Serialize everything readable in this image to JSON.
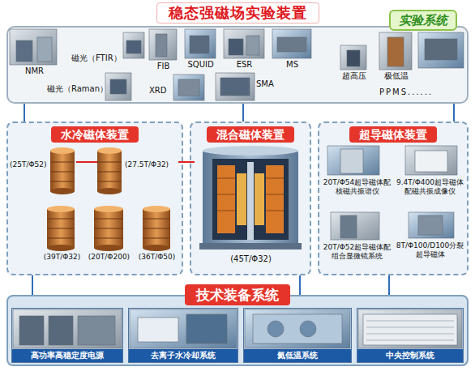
{
  "diagram": {
    "title": "稳态强磁场实验装置",
    "nodes": [
      {
        "text": [
          "实验系统"
        ]
      },
      {
        "text": [
          "NMR"
        ],
        "in": 0
      },
      {
        "text": [
          "磁光（FTIR）"
        ],
        "in": 0
      },
      {
        "text": [
          "FIB"
        ],
        "in": 0
      },
      {
        "text": [
          "SQUID"
        ],
        "in": 0
      },
      {
        "text": [
          "ESR"
        ],
        "in": 0
      },
      {
        "text": [
          "MS"
        ],
        "in": 0
      },
      {
        "text": [
          "超高压"
        ],
        "in": 0
      },
      {
        "text": [
          "极低温"
        ],
        "in": 0
      },
      {
        "text": [
          "磁光（Raman）"
        ],
        "in": 0
      },
      {
        "text": [
          "XRD"
        ],
        "in": 0
      },
      {
        "text": [
          "SMA"
        ],
        "in": 0
      },
      {
        "text": [
          "PPMS......"
        ],
        "in": 0
      },
      {
        "text": [
          "水冷磁体装置"
        ]
      },
      {
        "text": [
          "(25T/Φ52)"
        ],
        "in": 13
      },
      {
        "text": [
          "(27.5T/Φ32)"
        ],
        "in": 13
      },
      {
        "text": [
          "(39T/Φ32)"
        ],
        "in": 13
      },
      {
        "text": [
          "(20T/Φ200)"
        ],
        "in": 13
      },
      {
        "text": [
          "(36T/Φ50)"
        ],
        "in": 13
      },
      {
        "text": [
          "混合磁体装置"
        ]
      },
      {
        "text": [
          "(45T/Φ32)"
        ],
        "in": 19
      },
      {
        "text": [
          "超导磁体装置"
        ]
      },
      {
        "text": [
          "20T/Φ54超导磁体配核磁共振谱仪"
        ],
        "in": 21
      },
      {
        "text": [
          "9.4T/Φ400超导磁体配磁共振成像仪"
        ],
        "in": 21
      },
      {
        "text": [
          "20T/Φ52超导磁体配组合显微镜系统"
        ],
        "in": 21
      },
      {
        "text": [
          "8T/Φ100/D100分裂超导磁体"
        ],
        "in": 21
      },
      {
        "text": [
          "技术装备系统"
        ]
      },
      {
        "text": [
          "高功率高稳定度电源"
        ],
        "in": 26
      },
      {
        "text": [
          "去离子水冷却系统"
        ],
        "in": 26
      },
      {
        "text": [
          "氦低温系统"
        ],
        "in": 26
      },
      {
        "text": [
          "中央控制系统"
        ],
        "in": 26
      }
    ],
    "edges": [
      {
        "from": 13,
        "to": 0,
        "arrow": "none"
      },
      {
        "from": 19,
        "to": 0,
        "arrow": "none"
      },
      {
        "from": 21,
        "to": 0,
        "arrow": "none"
      },
      {
        "from": 26,
        "to": 13,
        "arrow": "none"
      },
      {
        "from": 26,
        "to": 19,
        "arrow": "none"
      },
      {
        "from": 26,
        "to": 21,
        "arrow": "none"
      },
      {
        "from": 14,
        "to": 15,
        "arrow": "none"
      },
      {
        "from": 15,
        "to": 20,
        "arrow": "none"
      }
    ]
  }
}
